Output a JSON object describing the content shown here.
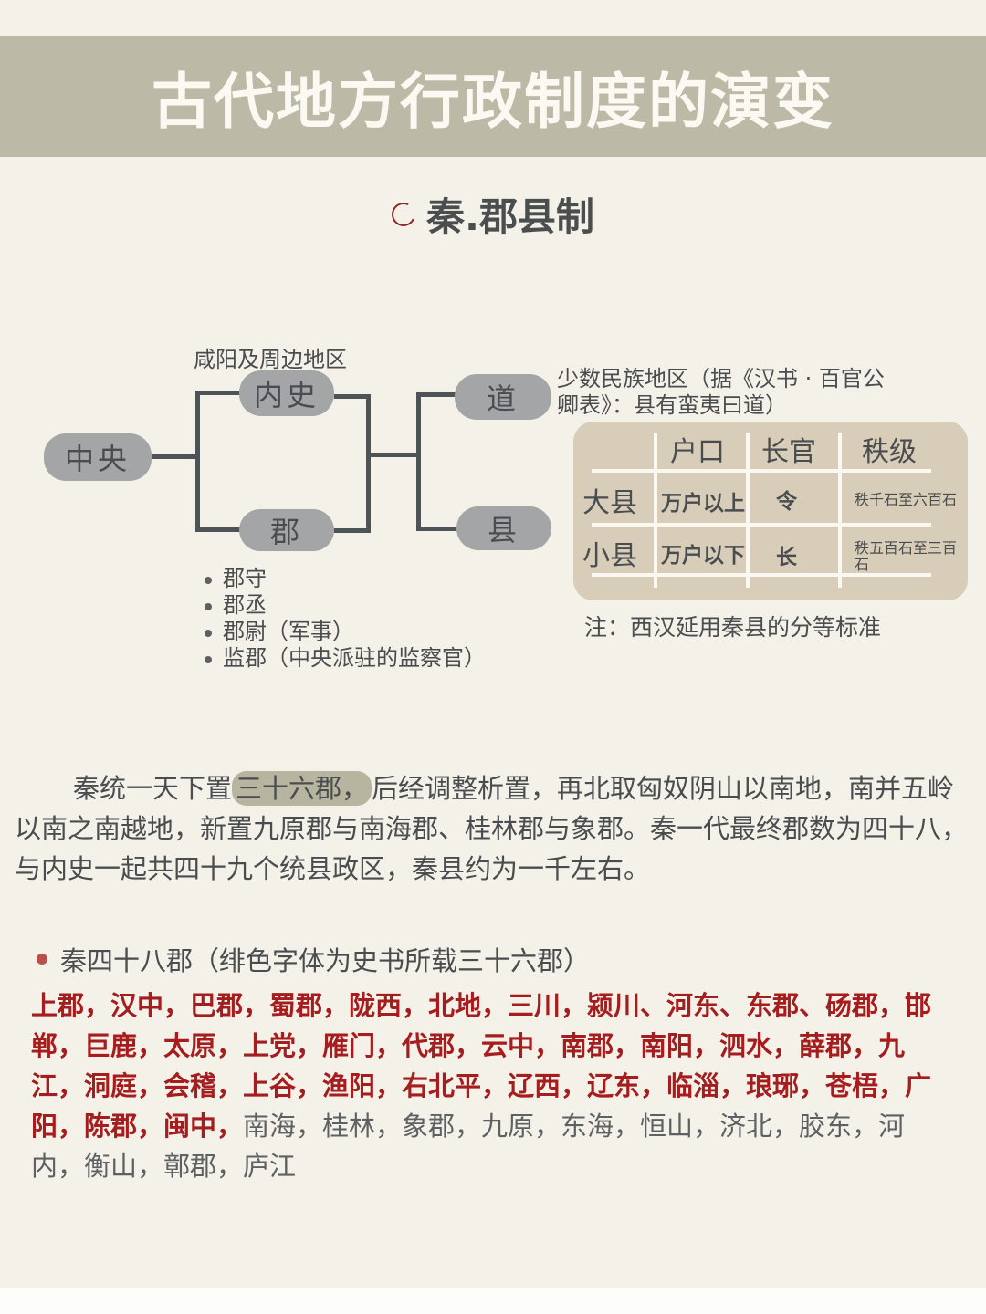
{
  "header": {
    "title": "古代地方行政制度的演变"
  },
  "section": {
    "title": "秦.郡县制",
    "icon": "circle-outline-icon",
    "icon_color": "#8e2a2a"
  },
  "diagram": {
    "nodes": {
      "center": "中央",
      "neishi": "内史",
      "jun": "郡",
      "dao": "道",
      "xian": "县"
    },
    "neishi_note": "咸阳及周边地区",
    "dao_note_line1": "少数民族地区（据《汉书 · 百官公",
    "dao_note_line2": "卿表》：县有蛮夷曰道）",
    "jun_officials": [
      "郡守",
      "郡丞",
      "郡尉（军事）",
      "监郡（中央派驻的监察官）"
    ],
    "node_color": "#a3a5a6",
    "line_color": "#4d5356"
  },
  "county_table": {
    "headers": [
      "",
      "户口",
      "长官",
      "秩级"
    ],
    "rows": [
      {
        "type": "大县",
        "households": "万户以上",
        "official": "令",
        "rank": "秩千石至六百石"
      },
      {
        "type": "小县",
        "households": "万户以下",
        "official": "长",
        "rank": "秩五百石至三百石"
      }
    ],
    "note": "注：西汉延用秦县的分等标准",
    "bg_color": "#d8cdb8"
  },
  "paragraph": {
    "before_highlight": "秦统一天下置",
    "highlight": "三十六郡，",
    "after_highlight": "后经调整析置，再北取匈奴阴山以南地，南并五岭以南之南越地，新置九原郡与南海郡、桂林郡与象郡。秦一代最终郡数为四十八，与内史一起共四十九个统县政区，秦县约为一千左右。"
  },
  "commanderies": {
    "heading": "秦四十八郡（绯色字体为史书所载三十六郡）",
    "red_color": "#a51d1e",
    "red_text": "上郡，汉中，巴郡，蜀郡，陇西，北地，三川，颍川、河东、东郡、砀郡，邯郸，巨鹿，太原，上党，雁门，代郡，云中，南郡，南阳，泗水，薛郡，九江，洞庭，会稽，上谷，渔阳，右北平，辽西，辽东，临淄，琅琊，苍梧，广阳，陈郡，闽中，",
    "gray_text": "南海，桂林，象郡，九原，东海，恒山，济北，胶东，河内，衡山，鄣郡，庐江"
  }
}
